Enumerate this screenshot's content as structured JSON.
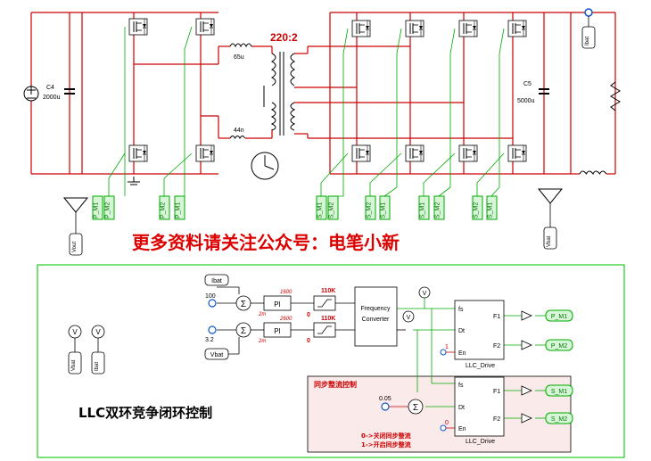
{
  "power_stage": {
    "c4_name": "C4",
    "c4_value": "2000u",
    "c5_name": "C5",
    "c5_value": "5000u",
    "l1_value": "65u",
    "l2_value": "44n",
    "turns_ratio": "220:2"
  },
  "gate_tags": {
    "primary": [
      "P_M1",
      "P_M2",
      "P_M2",
      "P_M1"
    ],
    "secondary": [
      "S_M1",
      "S_M2",
      "S_M2",
      "S_M1",
      "S_M1",
      "S_M2",
      "S_M2",
      "S_M1"
    ]
  },
  "meters": {
    "vout": "Vout",
    "ibat": "Ibat",
    "vbat": "Vbat",
    "v": "V"
  },
  "banner": "更多资料请关注公众号：电笔小新",
  "control": {
    "title": "LLC双环竞争闭环控制",
    "ref_current": "100",
    "ref_voltage": "3.2",
    "ibat_label": "Ibat",
    "vbat_label": "Vbat",
    "pi_label": "PI",
    "gain_1": "2m",
    "gain_2": "2m",
    "freq_1": "1600",
    "freq_2": "2600",
    "lim_1_hi": "110K",
    "lim_1_lo": "0",
    "lim_2_hi": "110K",
    "lim_2_lo": "0",
    "vco_line1": "Frequency",
    "vco_line2": "Converter",
    "drive_name": "LLC_Drive",
    "pin_fs": "fs",
    "pin_dt": "Dt",
    "pin_en": "En",
    "pin_f1": "F1",
    "pin_f2": "F2",
    "en_const": "1",
    "out_p_m1": "P_M1",
    "out_p_m2": "P_M2",
    "sync": {
      "title": "同步整流控制",
      "deadtime": "0.05",
      "en_const": "0",
      "note_off": "0->关闭同步整流",
      "note_on": "1->开启同步整流",
      "out_s_m1": "S_M1",
      "out_s_m2": "S_M2"
    }
  },
  "colors": {
    "wire_red": "#cc0000",
    "wire_green": "#00aa00",
    "box_green": "#22cc22",
    "tag_fill": "#d7f5d7",
    "sync_fill": "#fbeaea",
    "banner_red": "#dd0000",
    "turns_red": "#cc0000"
  }
}
